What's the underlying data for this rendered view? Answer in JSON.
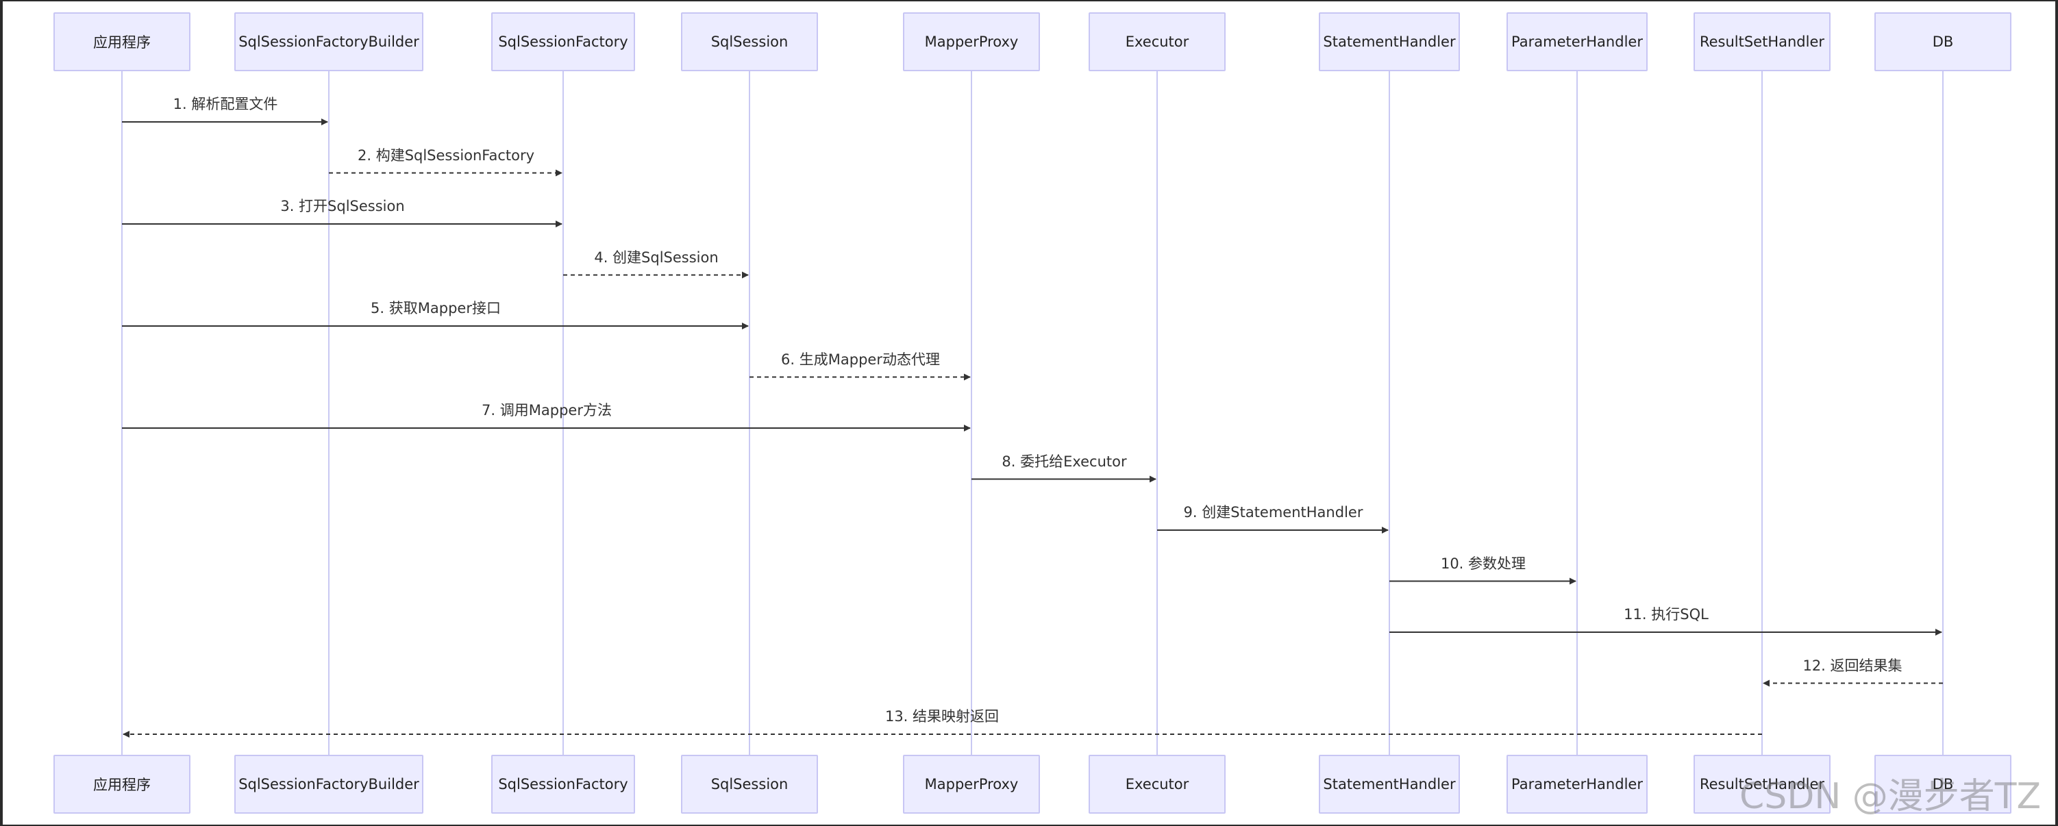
{
  "participants": [
    {
      "id": "app",
      "label": "应用程序"
    },
    {
      "id": "builder",
      "label": "SqlSessionFactoryBuilder"
    },
    {
      "id": "factory",
      "label": "SqlSessionFactory"
    },
    {
      "id": "session",
      "label": "SqlSession"
    },
    {
      "id": "proxy",
      "label": "MapperProxy"
    },
    {
      "id": "executor",
      "label": "Executor"
    },
    {
      "id": "stmt",
      "label": "StatementHandler"
    },
    {
      "id": "param",
      "label": "ParameterHandler"
    },
    {
      "id": "result",
      "label": "ResultSetHandler"
    },
    {
      "id": "db",
      "label": "DB"
    }
  ],
  "messages": [
    {
      "text": "1. 解析配置文件",
      "from": "app",
      "to": "builder",
      "style": "solid"
    },
    {
      "text": "2. 构建SqlSessionFactory",
      "from": "builder",
      "to": "factory",
      "style": "dashed"
    },
    {
      "text": "3. 打开SqlSession",
      "from": "app",
      "to": "factory",
      "style": "solid"
    },
    {
      "text": "4. 创建SqlSession",
      "from": "factory",
      "to": "session",
      "style": "dashed"
    },
    {
      "text": "5. 获取Mapper接口",
      "from": "app",
      "to": "session",
      "style": "solid"
    },
    {
      "text": "6. 生成Mapper动态代理",
      "from": "session",
      "to": "proxy",
      "style": "dashed"
    },
    {
      "text": "7. 调用Mapper方法",
      "from": "app",
      "to": "proxy",
      "style": "solid"
    },
    {
      "text": "8. 委托给Executor",
      "from": "proxy",
      "to": "executor",
      "style": "solid"
    },
    {
      "text": "9. 创建StatementHandler",
      "from": "executor",
      "to": "stmt",
      "style": "solid"
    },
    {
      "text": "10. 参数处理",
      "from": "stmt",
      "to": "param",
      "style": "solid"
    },
    {
      "text": "11. 执行SQL",
      "from": "stmt",
      "to": "db",
      "style": "solid"
    },
    {
      "text": "12. 返回结果集",
      "from": "db",
      "to": "result",
      "style": "dashed"
    },
    {
      "text": "13. 结果映射返回",
      "from": "result",
      "to": "app",
      "style": "dashed"
    }
  ],
  "watermark": "CSDN @漫步者TZ",
  "colors": {
    "box_fill": "#ececff",
    "box_border": "#c8c6f4",
    "lifeline": "#c9c9f3",
    "arrow": "#333333"
  }
}
